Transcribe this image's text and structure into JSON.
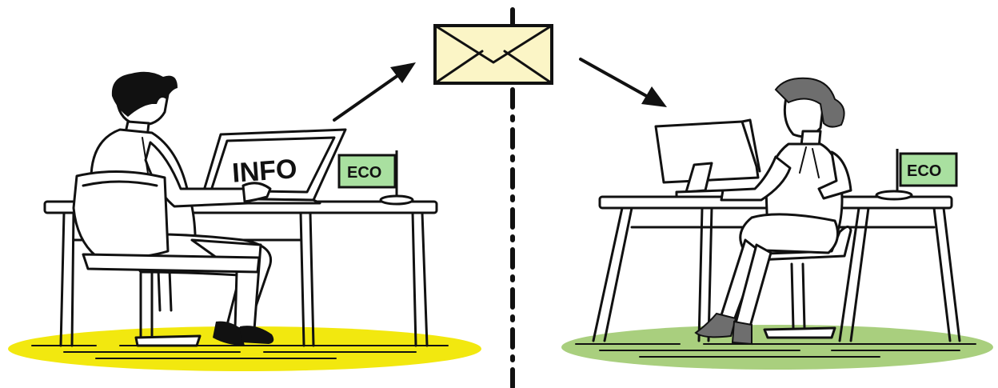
{
  "laptop_screen_text": "INFO",
  "left_flag_text": "ECO",
  "right_flag_text": "ECO",
  "colors": {
    "left_floor": "#f2e80f",
    "right_floor": "#a9cf7e",
    "envelope": "#fbf5c6",
    "flag": "#a9e0a0",
    "hair": "#111111",
    "woman_hair": "#6e6e6e"
  },
  "icons": [
    "envelope-icon",
    "arrow-up-right-icon",
    "arrow-down-right-icon"
  ]
}
